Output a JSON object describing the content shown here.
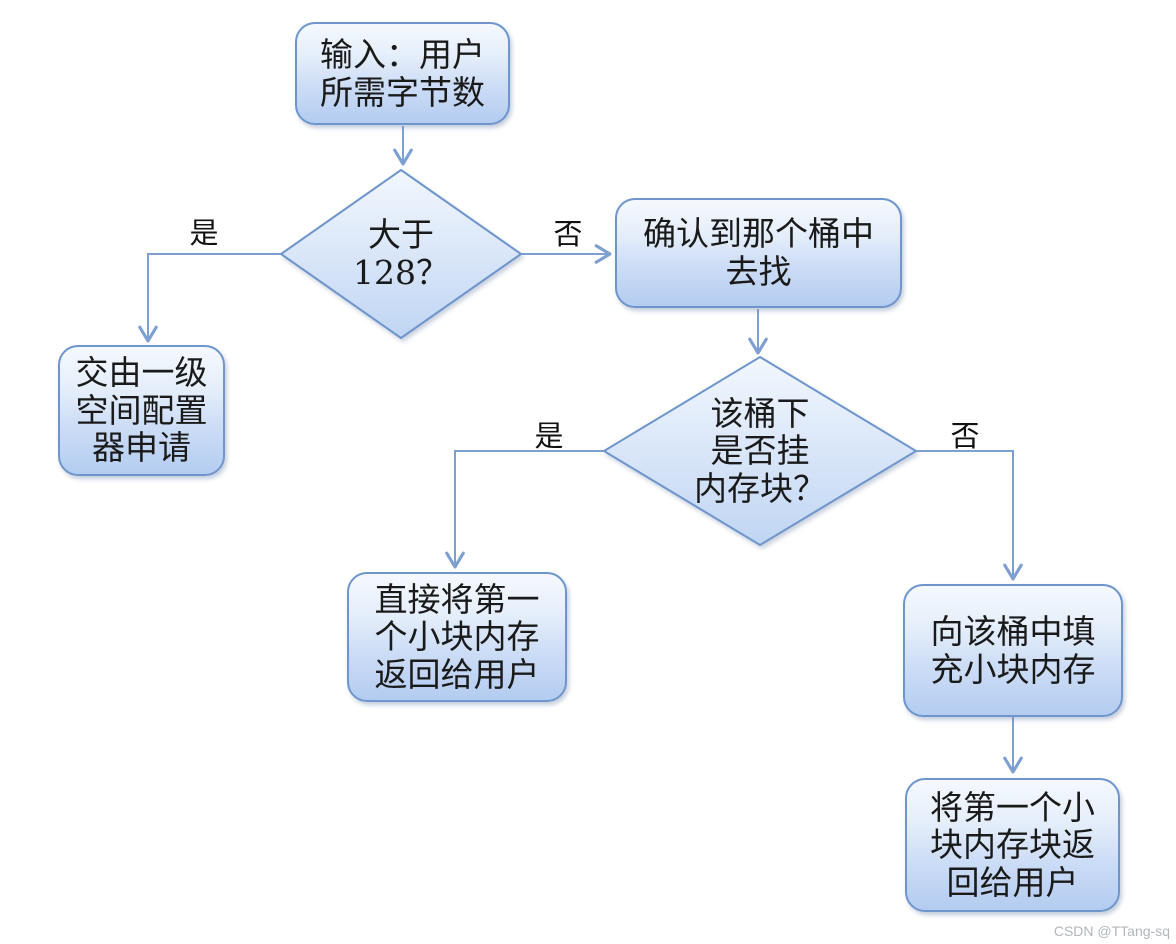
{
  "flowchart": {
    "nodes": {
      "start": {
        "label": "输入：用户\n所需字节数"
      },
      "decision_size": {
        "label": "大于\n128？"
      },
      "level1_allocator": {
        "label": "交由一级\n空间配置\n器申请"
      },
      "find_bucket": {
        "label": "确认到那个桶中\n去找"
      },
      "decision_bucket": {
        "label": "该桶下\n是否挂\n内存块？"
      },
      "return_direct": {
        "label": "直接将第一\n个小块内存\n返回给用户"
      },
      "fill_bucket": {
        "label": "向该桶中填\n充小块内存"
      },
      "return_final": {
        "label": "将第一个小\n块内存块返\n回给用户"
      }
    },
    "edge_labels": {
      "yes1": "是",
      "no1": "否",
      "yes2": "是",
      "no2": "否"
    },
    "colors": {
      "node_border": "#6e95cc",
      "node_fill_top": "#f5f9fe",
      "node_fill_bottom": "#b3ccf0",
      "connector": "#7d9fd2",
      "text": "#1a1a1a",
      "watermark_text": "#b3b6ba"
    },
    "watermark": "CSDN @TTang-sq"
  }
}
